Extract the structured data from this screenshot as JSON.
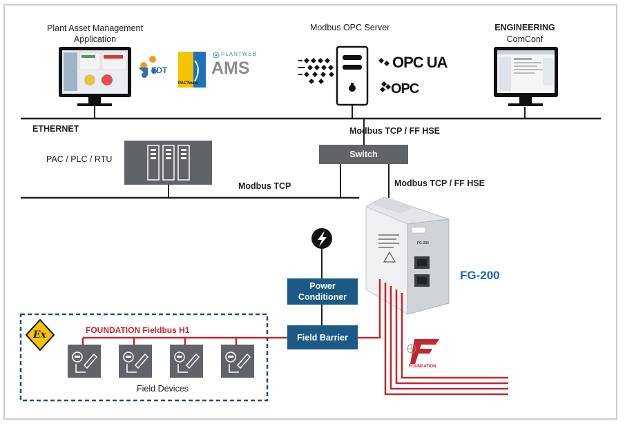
{
  "labels": {
    "pam_app_line1": "Plant Asset Management",
    "pam_app_line2": "Application",
    "opc_server": "Modbus OPC Server",
    "engineering": "ENGINEERING",
    "comconf": "ComConf",
    "ethernet": "ETHERNET",
    "pac_plc": "PAC / PLC / RTU",
    "modbus_tcp": "Modbus TCP",
    "modbus_ff_top": "Modbus TCP / FF HSE",
    "modbus_ff_right": "Modbus TCP / FF HSE",
    "switch": "Switch",
    "power_conditioner_line1": "Power",
    "power_conditioner_line2": "Conditioner",
    "field_barrier": "Field Barrier",
    "fg200": "FG-200",
    "ff_h1": "FOUNDATION Fieldbus H1",
    "field_devices": "Field Devices"
  },
  "logos": {
    "fdt": "FDT",
    "pact": "PACTware",
    "plantweb": "PLANTWEB",
    "ams": "AMS",
    "opc_ua": "OPC UA",
    "opc": "OPC",
    "foundation": "FOUNDATION",
    "ex": "Ex",
    "fg_side": "FG-200"
  },
  "colors": {
    "ethernet_line": "#1f1f1f",
    "dark_box": "#606469",
    "blue_box": "#1b5a86",
    "fieldbus_red": "#c1272d",
    "hazard_border": "#1b4f7a"
  }
}
